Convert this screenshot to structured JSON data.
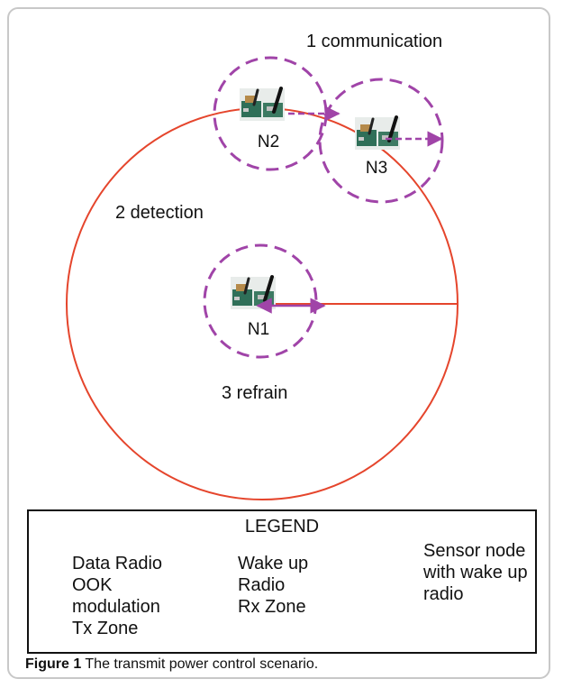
{
  "labels": {
    "communication": "1 communication",
    "detection": "2 detection",
    "refrain": "3 refrain"
  },
  "nodes": [
    "N2",
    "N3",
    "N1"
  ],
  "legend": {
    "title": "LEGEND",
    "items": [
      {
        "icon": "dashed-circle-arrow-icon",
        "text": "Data Radio\nOOK\nmodulation\nTx Zone"
      },
      {
        "icon": "solid-circle-arrow-icon",
        "text": "Wake up\nRadio\nRx Zone"
      },
      {
        "icon": "sensor-node-icon",
        "text": "Sensor node\nwith wake up\nradio"
      }
    ]
  },
  "caption": {
    "figure": "Figure 1",
    "text": " The transmit power control scenario."
  },
  "colors": {
    "data_radio": "#a044a8",
    "wakeup_radio": "#e5452c"
  }
}
